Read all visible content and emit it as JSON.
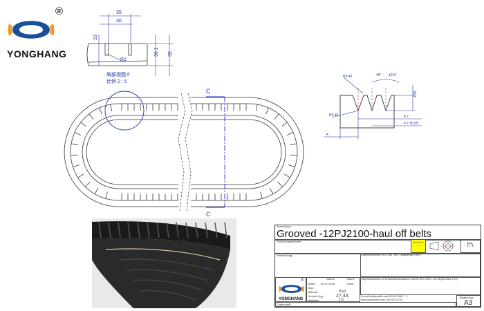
{
  "brand": {
    "name": "YONGHANG",
    "registered": "®",
    "colors": {
      "blue": "#1a4f9c",
      "orange": "#f29a1e",
      "dark_blue": "#0d2f6b"
    }
  },
  "detail_view": {
    "dim_35": "35",
    "dim_30": "30",
    "dim_r1": "R1",
    "dim_30_1": "30.1",
    "dim_35v": "35",
    "dim_small": "10",
    "caption_line1": "局部视图 F",
    "caption_line2": "比例 2 : 5"
  },
  "profile_view": {
    "r_top": "R0.40",
    "r_bottom": "R0.40",
    "angle": "40°",
    "angle_tol": "±0.5°",
    "depth": "4.85",
    "pitch1": "4.7",
    "pitch2": "4.7 ±0.05",
    "offset": "4"
  },
  "section_marks": {
    "top": "C",
    "bottom": "C"
  },
  "title_block": {
    "label_name": "Benennung:",
    "title": "Grooved -12PJ2100-haul off belts",
    "label_drawing_no": "Zeichnungsnummer:",
    "revision_label": "Revision:",
    "revision_value": "--",
    "sheet_label": "Blatt:",
    "sheet_value": "1 / 1",
    "usage_label": "Verwendung:",
    "tolerance_header": "Allgemeintoleranz ISO 2768 - mK / Längenmaße (mm)",
    "weld_header": "Allgemeintoleranz für Schweißkonstruktionen DIN EN ISO 13920 - AE Längenmaße (mm)",
    "col_date": "Datum",
    "col_name": "Name",
    "row_bearb": "Bearb.",
    "row_gepr": "Gepr.",
    "date_value": "05.01.2026",
    "name_value": "Ebba",
    "material_label": "Material:",
    "material_value": "Pry3",
    "weight_label": "Gewicht (kg):",
    "weight_value": "27,44",
    "scale_label": "Maßstab:",
    "scale_value": "1:5",
    "weld_quality": "Schweißnahtqualität nach EN ISO 5817 - C",
    "edges": "Werkstückkanten nach DIN ISO 13715",
    "format_label": "Blattformat:",
    "format_value": "A3",
    "file_label": "Dateiname:",
    "revision_color": "#ffff00"
  }
}
